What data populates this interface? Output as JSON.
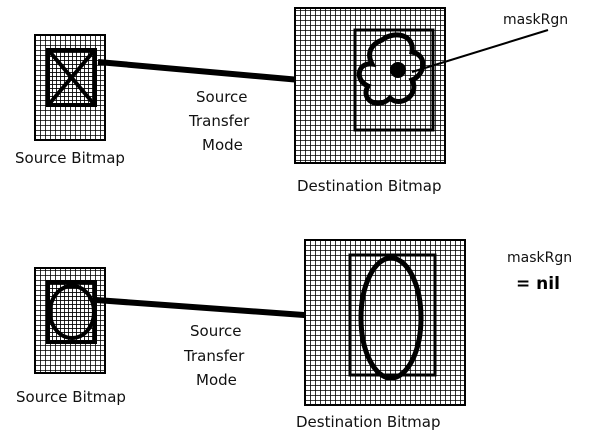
{
  "colors": {
    "ink": "#111111",
    "grid_line": "#000000",
    "grid_cell": "#ffffff"
  },
  "top": {
    "source_label": "Source Bitmap",
    "mode_line1": "Source",
    "mode_line2": "Transfer",
    "mode_line3": "Mode",
    "destination_label": "Destination Bitmap",
    "mask_label": "maskRgn",
    "source_shape": "x-cross-icon",
    "mask_shape": "irregular-blob-icon"
  },
  "bottom": {
    "source_label": "Source Bitmap",
    "mode_line1": "Source",
    "mode_line2": "Transfer",
    "mode_line3": "Mode",
    "destination_label": "Destination Bitmap",
    "mask_label": "maskRgn",
    "mask_value": "= nil",
    "source_shape": "circle-icon",
    "destination_shape": "oval-icon"
  }
}
